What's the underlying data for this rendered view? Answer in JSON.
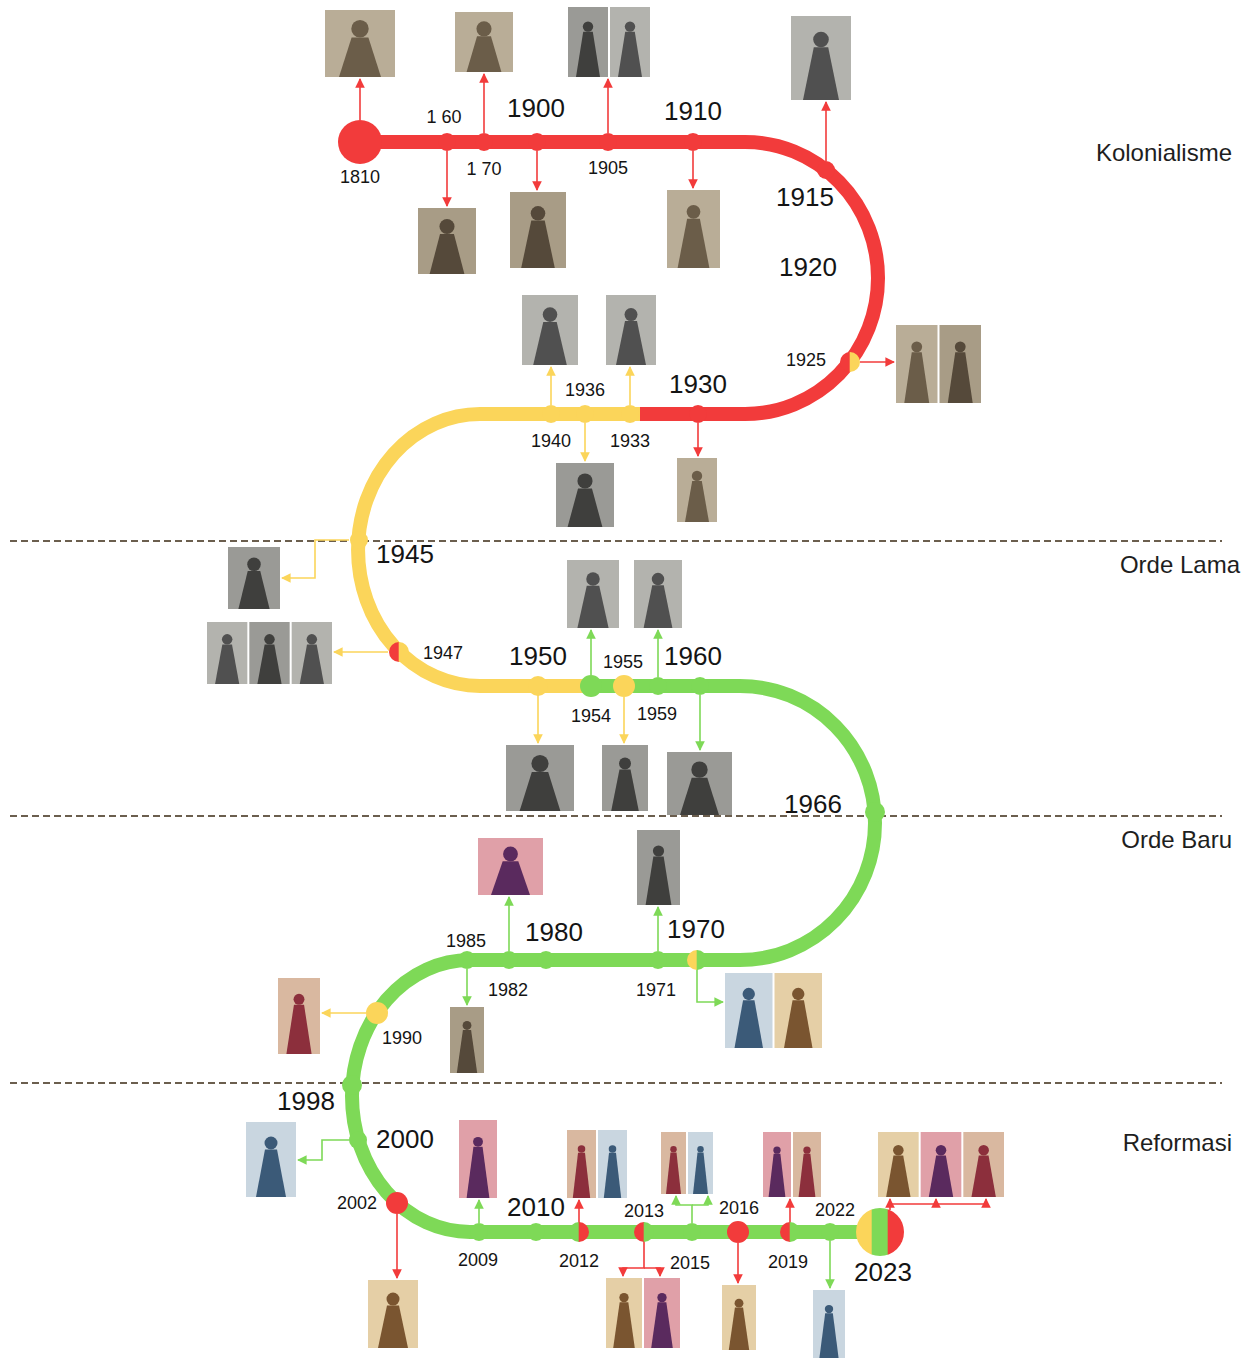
{
  "diagram": {
    "labels": [
      "Kolonialisme",
      "1810",
      "1 60",
      "1 70",
      "1900",
      "1905",
      "1910",
      "1915",
      "1920",
      "1925",
      "1930",
      "1933",
      "1936",
      "1940",
      "1945",
      "Orde Lama",
      "1947",
      "1950",
      "1954",
      "1955",
      "1959",
      "1960",
      "1966",
      "Orde Baru",
      "1970",
      "1971",
      "1980",
      "1982",
      "1985",
      "1990",
      "1998",
      "Reformasi",
      "2000",
      "2002",
      "2009",
      "2010",
      "2012",
      "2013",
      "2015",
      "2016",
      "2019",
      "2022",
      "2023"
    ]
  }
}
